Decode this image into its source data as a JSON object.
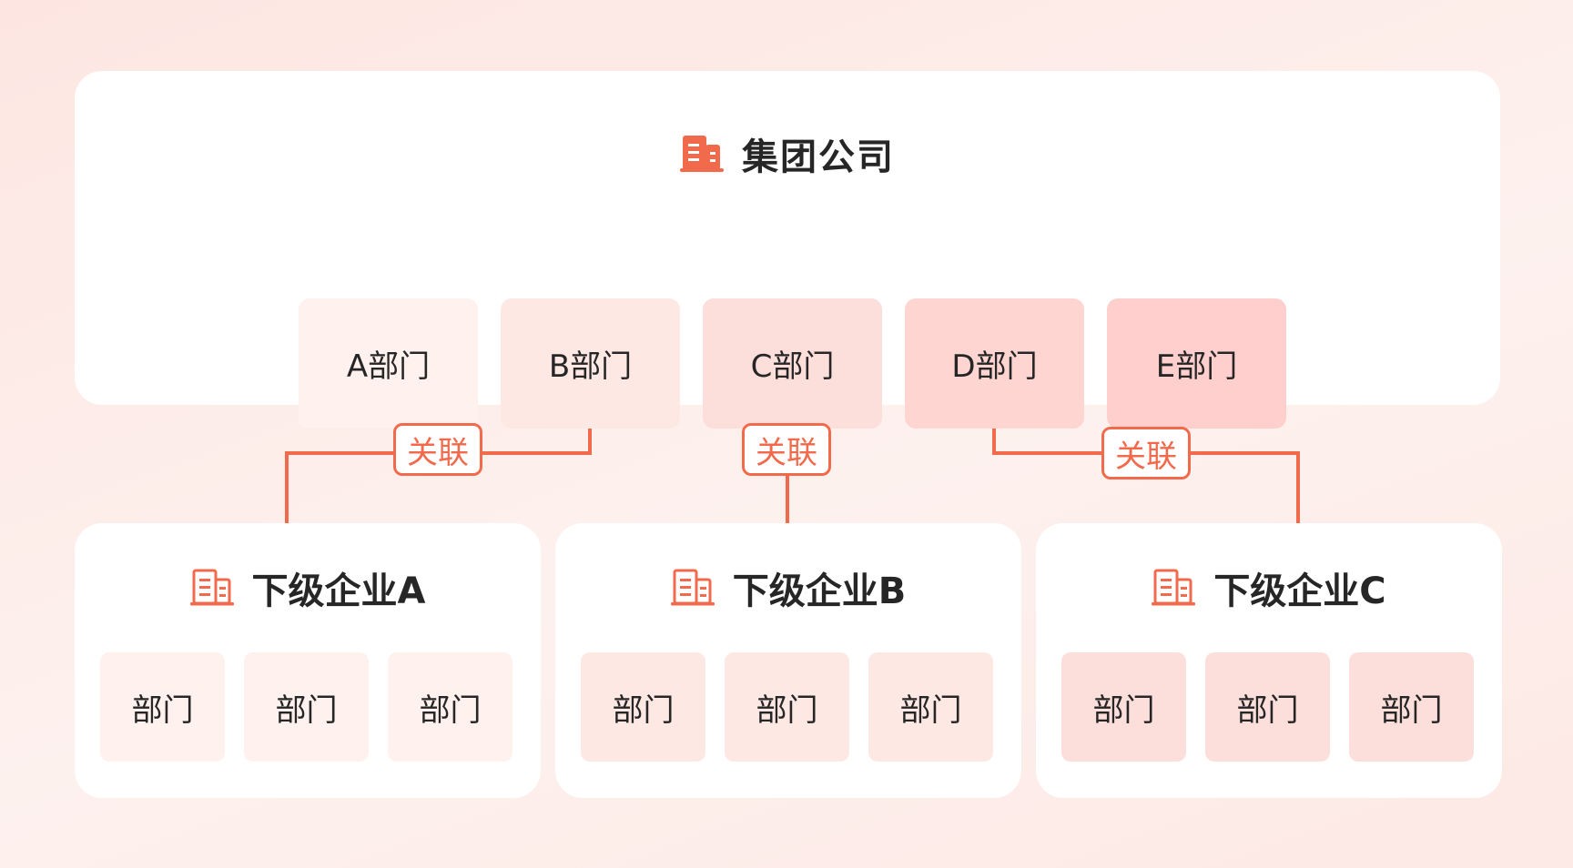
{
  "group": {
    "title": "集团公司",
    "departments": [
      "A部门",
      "B部门",
      "C部门",
      "D部门",
      "E部门"
    ]
  },
  "subsidiaries": [
    {
      "title": "下级企业A",
      "departments": [
        "部门",
        "部门",
        "部门"
      ]
    },
    {
      "title": "下级企业B",
      "departments": [
        "部门",
        "部门",
        "部门"
      ]
    },
    {
      "title": "下级企业C",
      "departments": [
        "部门",
        "部门",
        "部门"
      ]
    }
  ],
  "links": [
    "关联",
    "关联",
    "关联"
  ],
  "icons": {
    "title": "building-icon"
  },
  "colors": {
    "accent": "#f26a4c",
    "dept_shades": [
      "#fef1ee",
      "#fee8e4",
      "#fcdedb",
      "#ffd5d1",
      "#ffcfcd"
    ],
    "sub_dept_shades": [
      "#fef1ee",
      "#fee8e4",
      "#fcdedb"
    ]
  }
}
